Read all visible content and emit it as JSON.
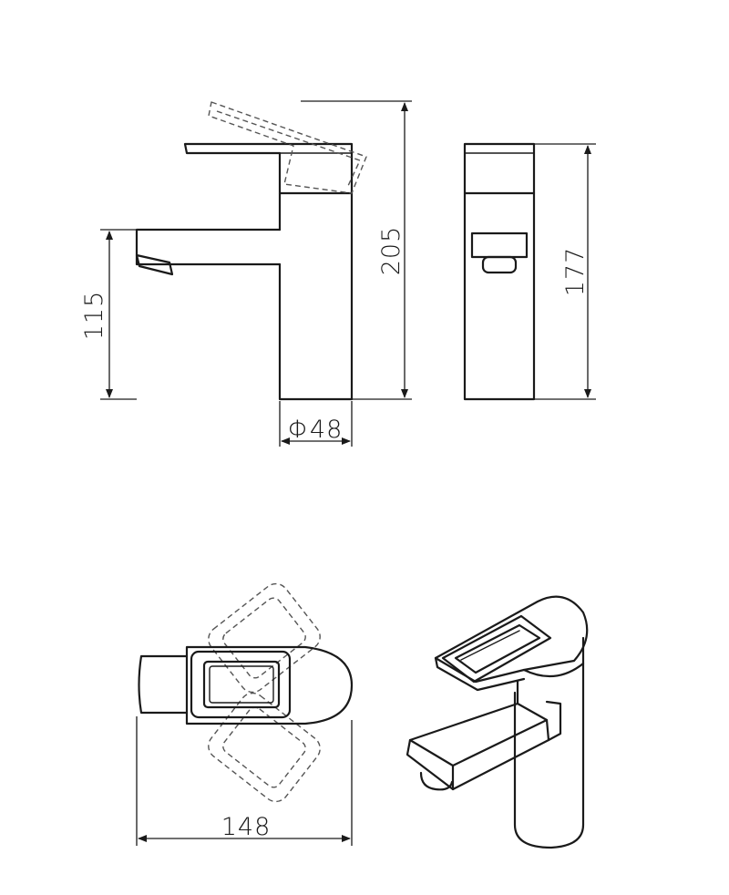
{
  "dimensions": {
    "spout_height": "115",
    "total_height": "205",
    "base_diameter": "Φ48",
    "side_height": "177",
    "total_length": "148"
  }
}
